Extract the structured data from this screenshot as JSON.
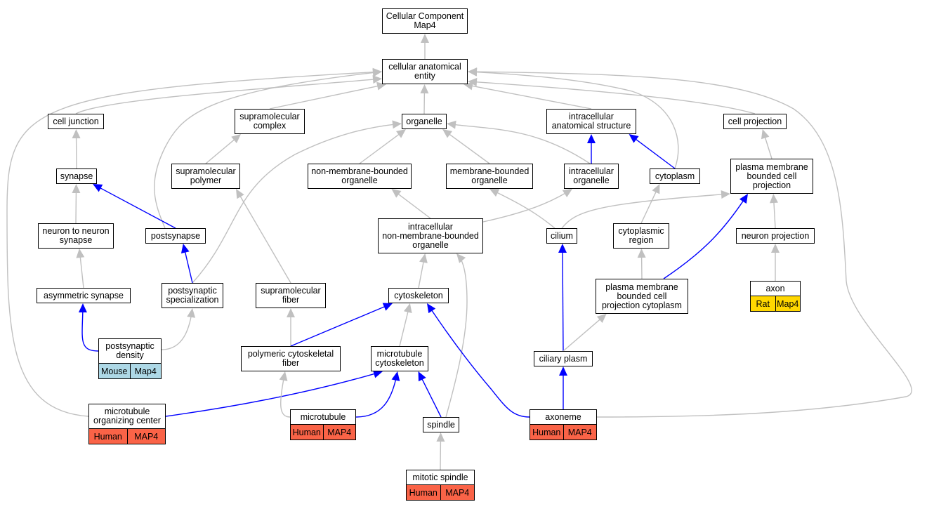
{
  "colors": {
    "gray_edge": "#c0c0c0",
    "blue_edge": "#0000ff",
    "human": "#fa6347",
    "mouse": "#add8e6",
    "rat": "#ffd700"
  },
  "nodes": [
    {
      "id": "root",
      "label": "Cellular Component\nMap4"
    },
    {
      "id": "cae",
      "label": "cellular anatomical\nentity"
    },
    {
      "id": "cj",
      "label": "cell junction"
    },
    {
      "id": "smc",
      "label": "supramolecular\ncomplex"
    },
    {
      "id": "org",
      "label": "organelle"
    },
    {
      "id": "ias",
      "label": "intracellular\nanatomical structure"
    },
    {
      "id": "cp",
      "label": "cell projection"
    },
    {
      "id": "syn",
      "label": "synapse"
    },
    {
      "id": "smp",
      "label": "supramolecular\npolymer"
    },
    {
      "id": "nmbo",
      "label": "non-membrane-bounded\norganelle"
    },
    {
      "id": "mbo",
      "label": "membrane-bounded\norganelle"
    },
    {
      "id": "io",
      "label": "intracellular\norganelle"
    },
    {
      "id": "cyto",
      "label": "cytoplasm"
    },
    {
      "id": "pmbcp",
      "label": "plasma membrane\nbounded cell\nprojection"
    },
    {
      "id": "n2n",
      "label": "neuron to neuron\nsynapse"
    },
    {
      "id": "post",
      "label": "postsynapse"
    },
    {
      "id": "inmbo",
      "label": "intracellular\nnon-membrane-bounded\norganelle"
    },
    {
      "id": "cil",
      "label": "cilium"
    },
    {
      "id": "cr",
      "label": "cytoplasmic\nregion"
    },
    {
      "id": "np",
      "label": "neuron projection"
    },
    {
      "id": "asym",
      "label": "asymmetric synapse"
    },
    {
      "id": "ps",
      "label": "postsynaptic\nspecialization"
    },
    {
      "id": "smf",
      "label": "supramolecular\nfiber"
    },
    {
      "id": "cysk",
      "label": "cytoskeleton"
    },
    {
      "id": "pmbcpc",
      "label": "plasma membrane\nbounded cell\nprojection cytoplasm"
    },
    {
      "id": "axon",
      "label": "axon",
      "ann": [
        {
          "text": "Rat",
          "color": "rat"
        },
        {
          "text": "Map4",
          "color": "rat"
        }
      ]
    },
    {
      "id": "psd",
      "label": "postsynaptic\ndensity",
      "ann": [
        {
          "text": "Mouse",
          "color": "mouse"
        },
        {
          "text": "Map4",
          "color": "mouse"
        }
      ]
    },
    {
      "id": "pcf",
      "label": "polymeric cytoskeletal\nfiber"
    },
    {
      "id": "mtc",
      "label": "microtubule\ncytoskeleton"
    },
    {
      "id": "cpl",
      "label": "ciliary plasm"
    },
    {
      "id": "mtoc",
      "label": "microtubule\norganizing center",
      "ann": [
        {
          "text": "Human",
          "color": "human"
        },
        {
          "text": "MAP4",
          "color": "human"
        }
      ]
    },
    {
      "id": "mt",
      "label": "microtubule",
      "ann": [
        {
          "text": "Human",
          "color": "human"
        },
        {
          "text": "MAP4",
          "color": "human"
        }
      ]
    },
    {
      "id": "spin",
      "label": "spindle"
    },
    {
      "id": "axo",
      "label": "axoneme",
      "ann": [
        {
          "text": "Human",
          "color": "human"
        },
        {
          "text": "MAP4",
          "color": "human"
        }
      ]
    },
    {
      "id": "mspin",
      "label": "mitotic spindle",
      "ann": [
        {
          "text": "Human",
          "color": "human"
        },
        {
          "text": "MAP4",
          "color": "human"
        }
      ]
    }
  ],
  "edges": [
    {
      "from": "cae",
      "to": "root",
      "type": "is_a"
    },
    {
      "from": "cj",
      "to": "cae",
      "type": "is_a"
    },
    {
      "from": "smc",
      "to": "cae",
      "type": "is_a"
    },
    {
      "from": "org",
      "to": "cae",
      "type": "is_a"
    },
    {
      "from": "ias",
      "to": "cae",
      "type": "is_a"
    },
    {
      "from": "cp",
      "to": "cae",
      "type": "is_a"
    },
    {
      "from": "cyto",
      "to": "cae",
      "type": "is_a"
    },
    {
      "from": "post",
      "to": "cae",
      "type": "is_a"
    },
    {
      "from": "mtoc",
      "to": "cae",
      "type": "is_a"
    },
    {
      "from": "axo",
      "to": "cae",
      "type": "is_a"
    },
    {
      "from": "syn",
      "to": "cj",
      "type": "is_a"
    },
    {
      "from": "smp",
      "to": "smc",
      "type": "is_a"
    },
    {
      "from": "nmbo",
      "to": "org",
      "type": "is_a"
    },
    {
      "from": "mbo",
      "to": "org",
      "type": "is_a"
    },
    {
      "from": "io",
      "to": "org",
      "type": "is_a"
    },
    {
      "from": "ps",
      "to": "org",
      "type": "is_a"
    },
    {
      "from": "io",
      "to": "ias",
      "type": "part_of"
    },
    {
      "from": "cyto",
      "to": "ias",
      "type": "part_of"
    },
    {
      "from": "pmbcp",
      "to": "cp",
      "type": "is_a"
    },
    {
      "from": "n2n",
      "to": "syn",
      "type": "is_a"
    },
    {
      "from": "post",
      "to": "syn",
      "type": "part_of"
    },
    {
      "from": "inmbo",
      "to": "nmbo",
      "type": "is_a"
    },
    {
      "from": "inmbo",
      "to": "io",
      "type": "is_a"
    },
    {
      "from": "cil",
      "to": "mbo",
      "type": "is_a"
    },
    {
      "from": "cil",
      "to": "pmbcp",
      "type": "is_a"
    },
    {
      "from": "cr",
      "to": "cyto",
      "type": "is_a"
    },
    {
      "from": "np",
      "to": "pmbcp",
      "type": "is_a"
    },
    {
      "from": "asym",
      "to": "n2n",
      "type": "is_a"
    },
    {
      "from": "ps",
      "to": "post",
      "type": "part_of"
    },
    {
      "from": "smf",
      "to": "smp",
      "type": "is_a"
    },
    {
      "from": "cysk",
      "to": "inmbo",
      "type": "is_a"
    },
    {
      "from": "pmbcpc",
      "to": "cr",
      "type": "is_a"
    },
    {
      "from": "pmbcpc",
      "to": "pmbcp",
      "type": "part_of"
    },
    {
      "from": "cpl",
      "to": "cil",
      "type": "part_of"
    },
    {
      "from": "axon",
      "to": "np",
      "type": "is_a"
    },
    {
      "from": "psd",
      "to": "asym",
      "type": "part_of"
    },
    {
      "from": "psd",
      "to": "ps",
      "type": "is_a"
    },
    {
      "from": "pcf",
      "to": "smf",
      "type": "is_a"
    },
    {
      "from": "pcf",
      "to": "cysk",
      "type": "part_of"
    },
    {
      "from": "mtc",
      "to": "cysk",
      "type": "is_a"
    },
    {
      "from": "cpl",
      "to": "pmbcpc",
      "type": "is_a"
    },
    {
      "from": "mtoc",
      "to": "mtc",
      "type": "part_of"
    },
    {
      "from": "mt",
      "to": "pcf",
      "type": "is_a"
    },
    {
      "from": "mt",
      "to": "mtc",
      "type": "part_of"
    },
    {
      "from": "spin",
      "to": "mtc",
      "type": "part_of"
    },
    {
      "from": "spin",
      "to": "inmbo",
      "type": "is_a"
    },
    {
      "from": "axo",
      "to": "cysk",
      "type": "part_of"
    },
    {
      "from": "axo",
      "to": "cpl",
      "type": "part_of"
    },
    {
      "from": "mspin",
      "to": "spin",
      "type": "is_a"
    }
  ]
}
